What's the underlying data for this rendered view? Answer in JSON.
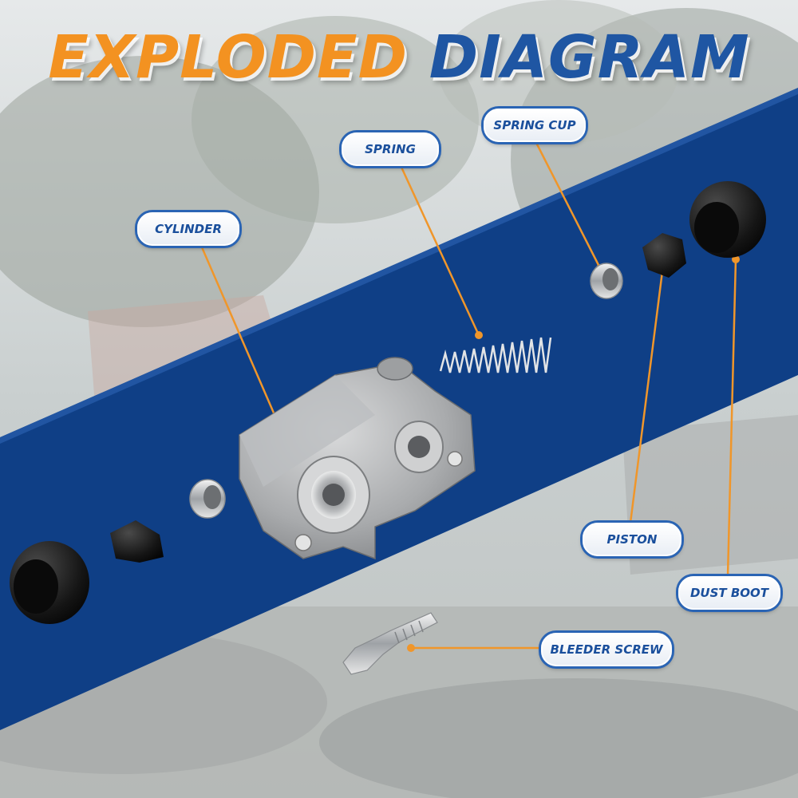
{
  "title": {
    "word1": "EXPLODED",
    "word2": "DIAGRAM"
  },
  "colors": {
    "title_orange": "#f39221",
    "title_blue": "#1f56a3",
    "band_blue": "#0f3f86",
    "leader_orange": "#f0962a",
    "label_text": "#1a4f9c"
  },
  "labels": {
    "cylinder": "CYLINDER",
    "spring": "SPRING",
    "spring_cup": "SPRING CUP",
    "piston": "PISTON",
    "dust_boot": "DUST BOOT",
    "bleeder_screw": "BLEEDER SCREW"
  }
}
